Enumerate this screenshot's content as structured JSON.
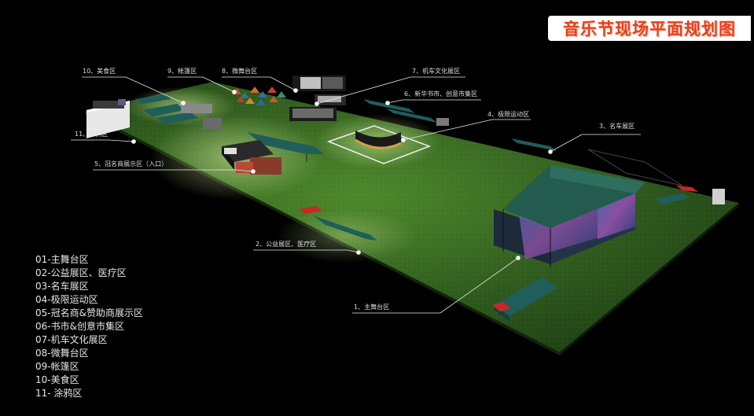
{
  "title": "音乐节现场平面规划图",
  "callouts": [
    {
      "label": "1、主舞台区"
    },
    {
      "label": "2、公益展区、医疗区"
    },
    {
      "label": "3、名车展区"
    },
    {
      "label": "4、极限运动区"
    },
    {
      "label": "5、冠名商展示区（入口）"
    },
    {
      "label": "6、新华书市、创意市集区"
    },
    {
      "label": "7、机车文化展区"
    },
    {
      "label": "8、微舞台区"
    },
    {
      "label": "9、帐篷区"
    },
    {
      "label": "10、美食区"
    },
    {
      "label": "11、涂鸦区"
    }
  ],
  "legend": [
    "01-主舞台区",
    "02-公益展区、医疗区",
    "03-名车展区",
    "04-极限运动区",
    "05-冠名商&赞助商展示区",
    "06-书市&创意市集区",
    "07-机车文化展区",
    "08-微舞台区",
    "09-帐篷区",
    "10-美食区",
    "11- 涂鸦区"
  ],
  "colors": {
    "background": "#000000",
    "grass": "#2f5a1e",
    "title_text": "#e8401c",
    "tent_teal": "#1f5e5a",
    "tent_red": "#c62828"
  }
}
